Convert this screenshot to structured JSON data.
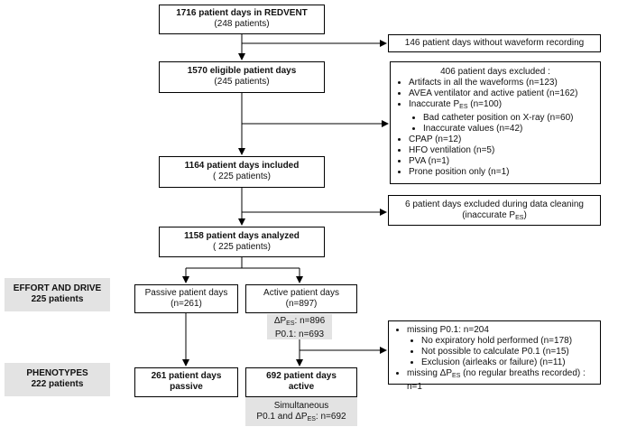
{
  "main": {
    "redvent": {
      "title": "1716 patient days in REDVENT",
      "sub": "(248 patients)"
    },
    "eligible": {
      "title": "1570 eligible patient days",
      "sub": "(245 patients)"
    },
    "included": {
      "title": "1164 patient days included",
      "sub": "( 225 patients)"
    },
    "analyzed": {
      "title": "1158 patient days analyzed",
      "sub": "( 225 patients)"
    }
  },
  "side": {
    "no_waveform": "146 patient days without waveform recording",
    "excluded_title": "406 patient days excluded :",
    "excluded_items": {
      "artifacts": "Artifacts in all the waveforms (n=123)",
      "avea": "AVEA ventilator and active patient (n=162)",
      "inaccurate_pre": "Inaccurate P",
      "inaccurate_sub": "ES",
      "inaccurate_post": " (n=100)",
      "catheter": "Bad catheter position on X-ray (n=60)",
      "inaccurate_values": "Inaccurate values (n=42)",
      "cpap": "CPAP (n=12)",
      "hfo": "HFO ventilation (n=5)",
      "pva": "PVA (n=1)",
      "prone": "Prone position only (n=1)"
    },
    "cleaning_line1": "6 patient days excluded during data cleaning",
    "cleaning_pre": "(inaccurate P",
    "cleaning_sub": "ES",
    "cleaning_post": ")",
    "missing": {
      "p01": "missing P0.1: n=204",
      "no_hold": "No expiratory hold performed (n=178)",
      "not_possible": "Not possible to calculate P0.1 (n=15)",
      "exclusion": "Exclusion (airleaks or failure) (n=11)",
      "dpes_pre": "missing ΔP",
      "dpes_sub": "ES",
      "dpes_post": " (no regular breaths recorded) : n=1"
    }
  },
  "labels": {
    "effort_title": "EFFORT AND DRIVE",
    "effort_sub": "225 patients",
    "phenotypes_title": "PHENOTYPES",
    "phenotypes_sub": "222 patients"
  },
  "split": {
    "passive_title": "Passive patient days",
    "passive_n": "(n=261)",
    "active_title": "Active patient days",
    "active_n": "(n=897)",
    "active_note_pre": "ΔP",
    "active_note_sub": "ES",
    "active_note_post": ": n=896",
    "active_note_p01": "P0.1: n=693"
  },
  "final": {
    "passive_line1": "261 patient days",
    "passive_line2": "passive",
    "active_line1": "692 patient days",
    "active_line2": "active",
    "sim_line1": "Simultaneous",
    "sim_pre": "P0.1 and ΔP",
    "sim_sub": "ES",
    "sim_post": ": n=692"
  }
}
